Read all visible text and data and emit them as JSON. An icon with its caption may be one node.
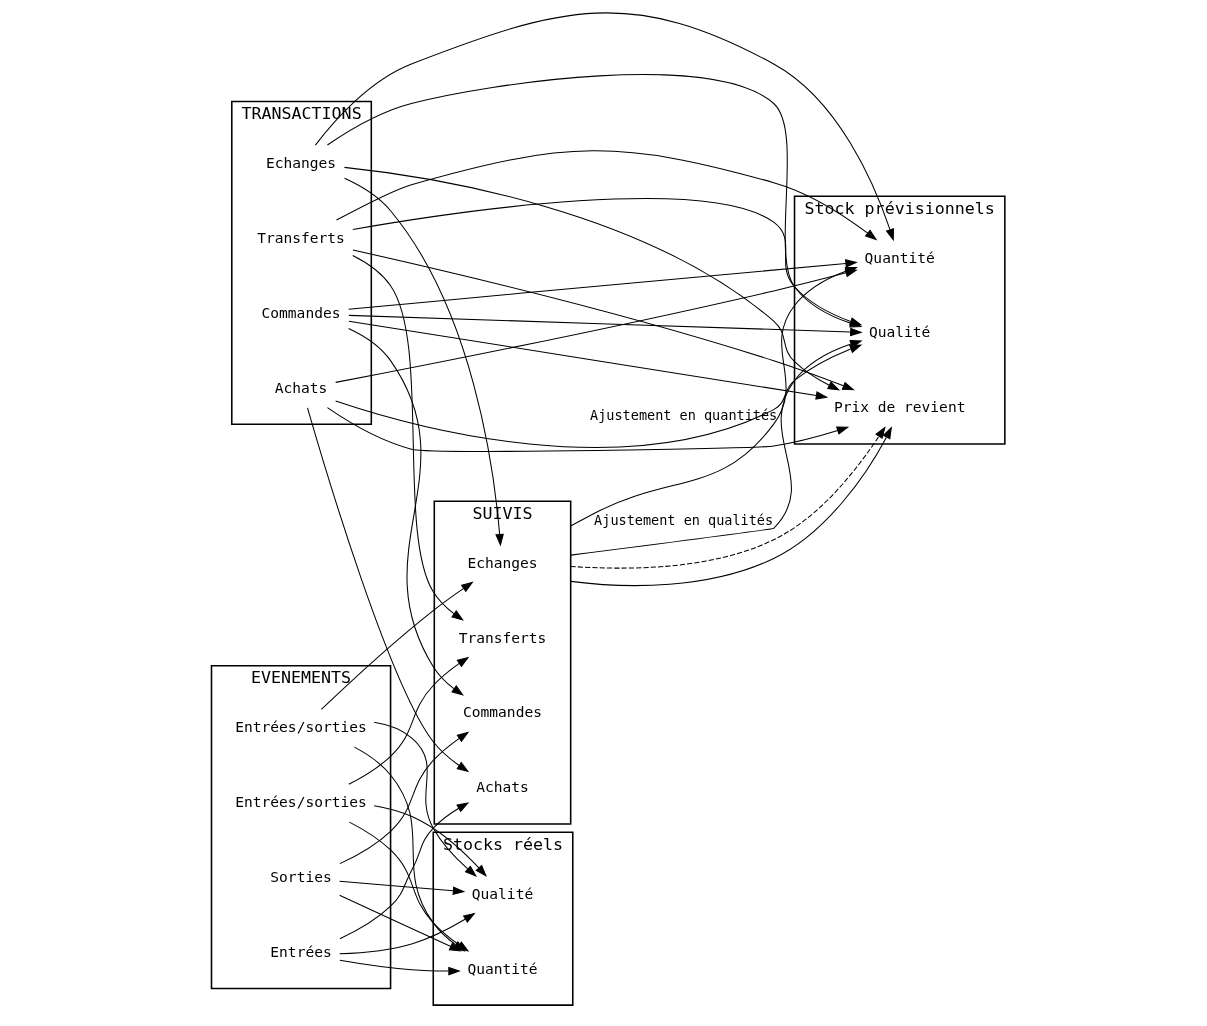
{
  "diagram": {
    "nodes": [
      {
        "text": [
          "TRANSACTIONS"
        ]
      },
      {
        "text": [
          "Achats"
        ],
        "in": 0
      },
      {
        "text": [
          "Commandes"
        ],
        "in": 0
      },
      {
        "text": [
          "Transferts"
        ],
        "in": 0
      },
      {
        "text": [
          "Echanges"
        ],
        "in": 0
      },
      {
        "text": [
          "SUIVIS"
        ]
      },
      {
        "text": [
          "Achats"
        ],
        "in": 5
      },
      {
        "text": [
          "Commandes"
        ],
        "in": 5
      },
      {
        "text": [
          "Transferts"
        ],
        "in": 5
      },
      {
        "text": [
          "Echanges"
        ],
        "in": 5
      },
      {
        "text": [
          "EVENEMENTS"
        ]
      },
      {
        "text": [
          "Entrées"
        ],
        "in": 10
      },
      {
        "text": [
          "Sorties"
        ],
        "in": 10
      },
      {
        "text": [
          "Entrées/sorties"
        ],
        "in": 10
      },
      {
        "text": [
          "Entrées/sorties"
        ],
        "in": 10
      },
      {
        "text": [
          "Stock prévisionnels"
        ]
      },
      {
        "text": [
          "Quantité"
        ],
        "in": 15
      },
      {
        "text": [
          "Qualité"
        ],
        "in": 15
      },
      {
        "text": [
          "Prix de revient"
        ],
        "in": 15
      },
      {
        "text": [
          "Stocks réels"
        ]
      },
      {
        "text": [
          "Quantité"
        ],
        "in": 19
      },
      {
        "text": [
          "Qualité"
        ],
        "in": 19
      }
    ],
    "edges": [
      {
        "from": 1,
        "to": 6,
        "arrow": "to"
      },
      {
        "from": 2,
        "to": 7,
        "arrow": "to"
      },
      {
        "from": 3,
        "to": 8,
        "arrow": "to"
      },
      {
        "from": 4,
        "to": 9,
        "arrow": "to"
      },
      {
        "from": 11,
        "to": 6,
        "arrow": "to"
      },
      {
        "from": 12,
        "to": 7,
        "arrow": "to"
      },
      {
        "from": 13,
        "to": 8,
        "arrow": "to"
      },
      {
        "from": 14,
        "to": 9,
        "arrow": "to"
      },
      {
        "from": 1,
        "to": 16,
        "arrow": "to"
      },
      {
        "from": 1,
        "to": 17,
        "arrow": "to"
      },
      {
        "from": 1,
        "to": 18,
        "arrow": "to"
      },
      {
        "from": 2,
        "to": 16,
        "arrow": "to"
      },
      {
        "from": 2,
        "to": 17,
        "arrow": "to"
      },
      {
        "from": 2,
        "to": 18,
        "arrow": "to"
      },
      {
        "from": 3,
        "to": 16,
        "arrow": "to"
      },
      {
        "from": 3,
        "to": 17,
        "arrow": "to"
      },
      {
        "from": 3,
        "to": 18,
        "arrow": "to"
      },
      {
        "from": 4,
        "to": 16,
        "arrow": "to"
      },
      {
        "from": 4,
        "to": 17,
        "arrow": "to"
      },
      {
        "from": 4,
        "to": 18,
        "arrow": "to"
      },
      {
        "from": 11,
        "to": 20,
        "arrow": "to"
      },
      {
        "from": 11,
        "to": 21,
        "arrow": "to"
      },
      {
        "from": 12,
        "to": 20,
        "arrow": "to"
      },
      {
        "from": 12,
        "to": 21,
        "arrow": "to"
      },
      {
        "from": 13,
        "to": 20,
        "arrow": "to"
      },
      {
        "from": 13,
        "to": 21,
        "arrow": "to"
      },
      {
        "from": 14,
        "to": 20,
        "arrow": "to"
      },
      {
        "from": 14,
        "to": 21,
        "arrow": "to"
      },
      {
        "from": 5,
        "to": 16,
        "arrow": "to",
        "label": "Ajustement en quantités"
      },
      {
        "from": 5,
        "to": 18,
        "arrow": "to"
      },
      {
        "from": 5,
        "to": 17,
        "arrow": "to",
        "label": "Ajustement en qualités"
      },
      {
        "from": 5,
        "to": 18,
        "arrow": "to",
        "style": "dashed"
      }
    ]
  }
}
